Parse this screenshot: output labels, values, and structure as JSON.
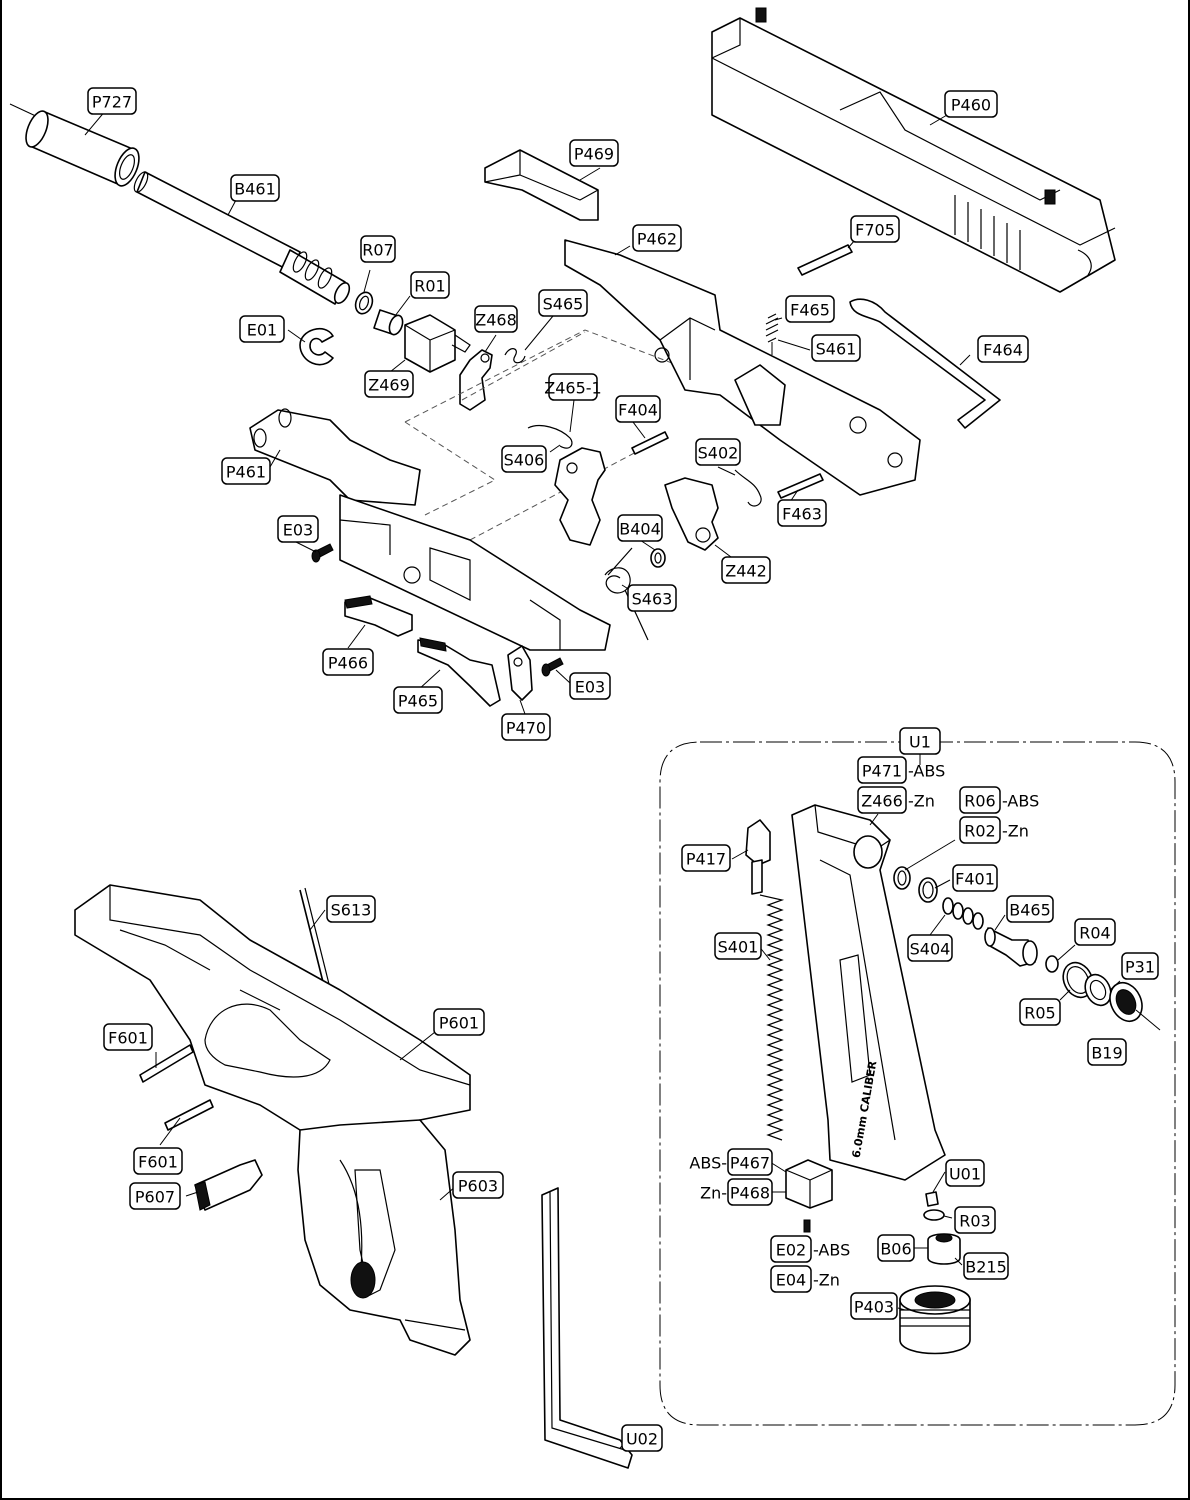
{
  "labels": {
    "P727": "P727",
    "B461": "B461",
    "R07": "R07",
    "R01": "R01",
    "E01": "E01",
    "Z469": "Z469",
    "Z468": "Z468",
    "S465": "S465",
    "P469": "P469",
    "P462": "P462",
    "P460": "P460",
    "F705": "F705",
    "F465": "F465",
    "S461": "S461",
    "F464": "F464",
    "Z465_1": "Z465-1",
    "F404": "F404",
    "S406": "S406",
    "S402": "S402",
    "F463": "F463",
    "P461": "P461",
    "E03_top": "E03",
    "B404": "B404",
    "Z442": "Z442",
    "S463": "S463",
    "P466": "P466",
    "P465": "P465",
    "E03_bottom": "E03",
    "P470": "P470",
    "U1": "U1",
    "P471": "P471",
    "Z466": "Z466",
    "R06": "R06",
    "R02": "R02",
    "P417": "P417",
    "F401": "F401",
    "B465": "B465",
    "S404": "S404",
    "R04": "R04",
    "S401": "S401",
    "P31": "P31",
    "R05": "R05",
    "B19": "B19",
    "P467": "P467",
    "P468": "P468",
    "U01": "U01",
    "R03": "R03",
    "E02": "E02",
    "E04": "E04",
    "B06": "B06",
    "B215": "B215",
    "P403": "P403",
    "S613": "S613",
    "F601_top": "F601",
    "P601": "P601",
    "F601_bottom": "F601",
    "P603": "P603",
    "P607": "P607",
    "U02": "U02"
  },
  "material_notes": {
    "P471": "-ABS",
    "Z466": "-Zn",
    "R06": "-ABS",
    "R02": "-Zn",
    "P467": "ABS-",
    "P468": "Zn-",
    "E02": "-ABS",
    "E04": "-Zn"
  },
  "magazine_imprint": "6.0mm CALIBER",
  "colors": {
    "line": "#000000",
    "background": "#ffffff",
    "hidden_line": "#555555"
  }
}
